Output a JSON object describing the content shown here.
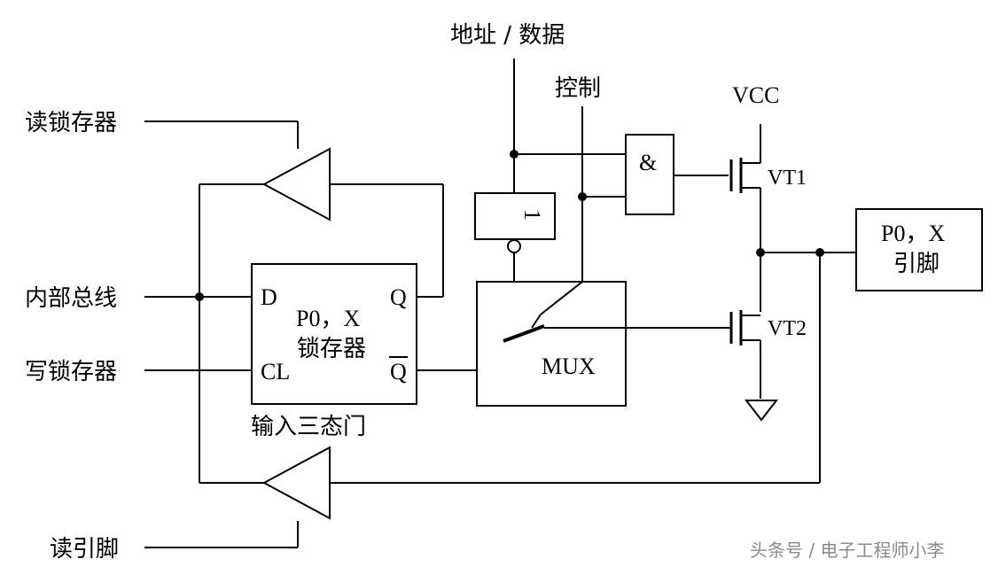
{
  "labels": {
    "addr_data": "地址 / 数据",
    "control": "控制",
    "vcc": "VCC",
    "read_latch": "读锁存器",
    "internal_bus": "内部总线",
    "write_latch": "写锁存器",
    "read_pin": "读引脚",
    "latch_line1": "P0，X",
    "latch_line2": "锁存器",
    "pin_line1": "P0，X",
    "pin_line2": "引脚",
    "input_tristate": "输入三态门",
    "d": "D",
    "q": "Q",
    "cl": "CL",
    "qbar": "Q",
    "and_gate": "&",
    "inverter": "1",
    "mux": "MUX",
    "vt1": "VT1",
    "vt2": "VT2"
  },
  "watermark": "头条号 / 电子工程师小李"
}
